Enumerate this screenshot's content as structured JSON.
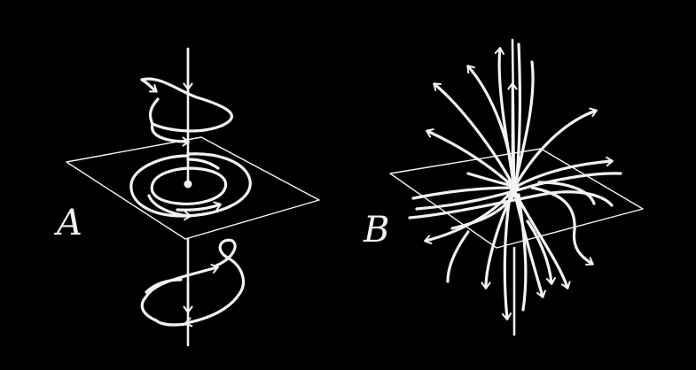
{
  "panels": [
    {
      "id": "A",
      "label": "A"
    },
    {
      "id": "B",
      "label": "B"
    }
  ],
  "colors": {
    "background": "#000000",
    "ink": "#f2f2f2"
  }
}
